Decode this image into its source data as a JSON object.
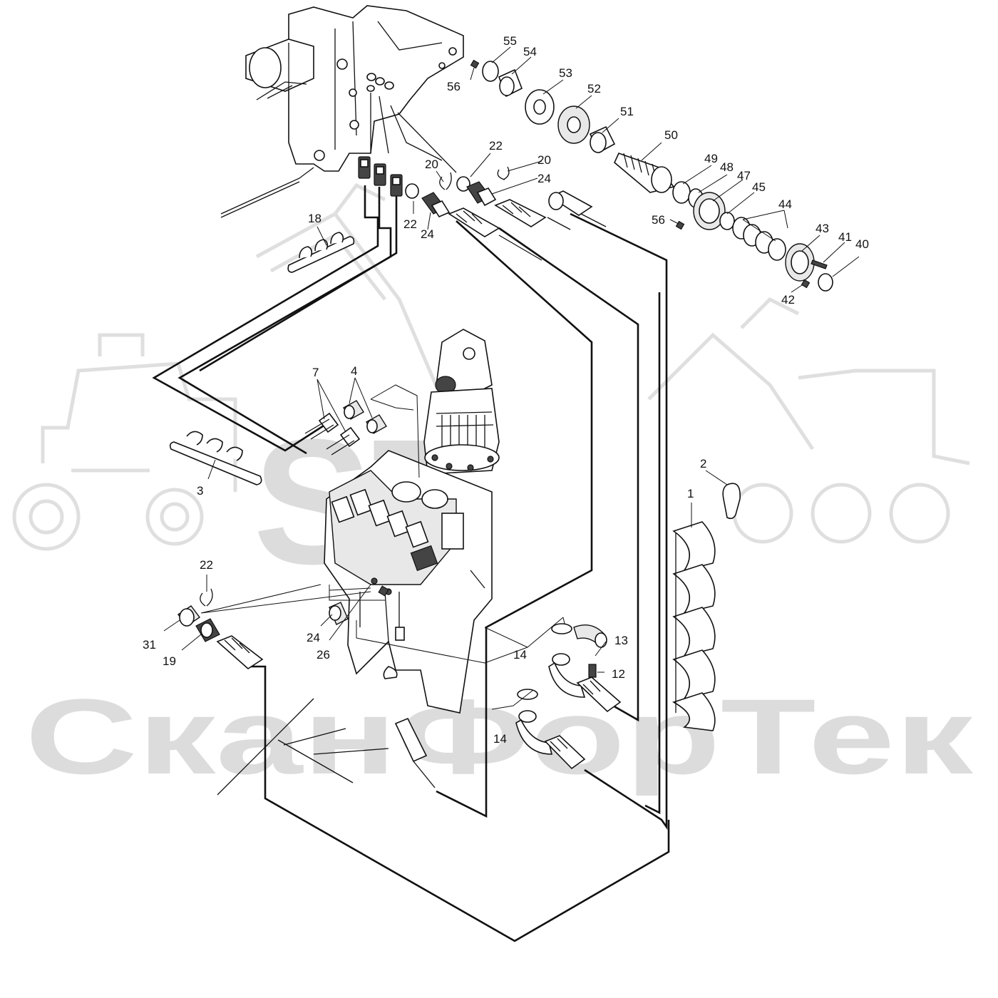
{
  "watermark": {
    "logo_text": "ST",
    "brand_text": "СканФорТек",
    "color": "#d9d9d9"
  },
  "callouts": [
    {
      "id": "55",
      "text": "55"
    },
    {
      "id": "54",
      "text": "54"
    },
    {
      "id": "56a",
      "text": "56"
    },
    {
      "id": "53",
      "text": "53"
    },
    {
      "id": "52",
      "text": "52"
    },
    {
      "id": "51",
      "text": "51"
    },
    {
      "id": "50",
      "text": "50"
    },
    {
      "id": "22a",
      "text": "22"
    },
    {
      "id": "20a",
      "text": "20"
    },
    {
      "id": "20b",
      "text": "20"
    },
    {
      "id": "24a",
      "text": "24"
    },
    {
      "id": "22b",
      "text": "22"
    },
    {
      "id": "24b",
      "text": "24"
    },
    {
      "id": "49",
      "text": "49"
    },
    {
      "id": "48",
      "text": "48"
    },
    {
      "id": "47",
      "text": "47"
    },
    {
      "id": "45",
      "text": "45"
    },
    {
      "id": "44",
      "text": "44"
    },
    {
      "id": "56b",
      "text": "56"
    },
    {
      "id": "43",
      "text": "43"
    },
    {
      "id": "41",
      "text": "41"
    },
    {
      "id": "40",
      "text": "40"
    },
    {
      "id": "42",
      "text": "42"
    },
    {
      "id": "18",
      "text": "18"
    },
    {
      "id": "7",
      "text": "7"
    },
    {
      "id": "4",
      "text": "4"
    },
    {
      "id": "2",
      "text": "2"
    },
    {
      "id": "1",
      "text": "1"
    },
    {
      "id": "3",
      "text": "3"
    },
    {
      "id": "22c",
      "text": "22"
    },
    {
      "id": "24c",
      "text": "24"
    },
    {
      "id": "26",
      "text": "26"
    },
    {
      "id": "31",
      "text": "31"
    },
    {
      "id": "19",
      "text": "19"
    },
    {
      "id": "13",
      "text": "13"
    },
    {
      "id": "14a",
      "text": "14"
    },
    {
      "id": "12",
      "text": "12"
    },
    {
      "id": "14b",
      "text": "14"
    }
  ]
}
